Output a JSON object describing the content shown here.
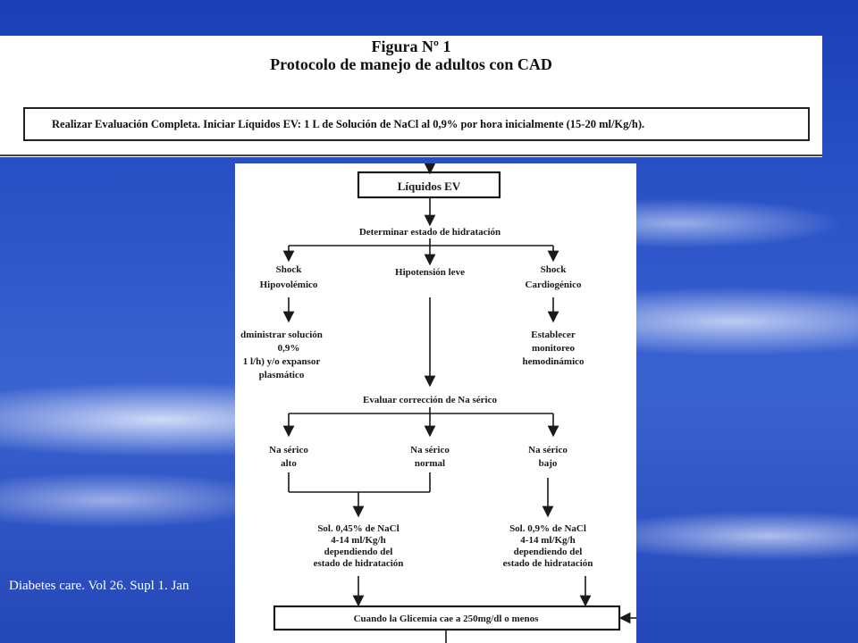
{
  "figure": {
    "number": "Figura Nº 1",
    "caption": "Protocolo de manejo de adultos con CAD",
    "instruction": "Realizar Evaluación Completa. Iniciar Líquidos EV: 1 L de Solución de NaCl al 0,9% por hora inicialmente (15-20 ml/Kg/h)."
  },
  "flowchart": {
    "fluids_box": "Líquidos EV",
    "determine_hydration": "Determinar estado de hidratación",
    "branch_shock_hypo": [
      "Shock",
      "Hipovolémico"
    ],
    "branch_mild_hypotension": "Hipotensión leve",
    "branch_shock_cardio": [
      "Shock",
      "Cardiogénico"
    ],
    "hypo_action": [
      "dministrar solución",
      "0,9%",
      "1 l/h) y/o expansor",
      "plasmático"
    ],
    "cardio_action": [
      "Establecer",
      "monitoreo",
      "hemodinámico"
    ],
    "evaluate_na": "Evaluar corrección de Na sérico",
    "na_high": [
      "Na sérico",
      "alto"
    ],
    "na_normal": [
      "Na sérico",
      "normal"
    ],
    "na_low": [
      "Na sérico",
      "bajo"
    ],
    "sol_045": [
      "Sol. 0,45% de NaCl",
      "4-14 ml/Kg/h",
      "dependiendo del",
      "estado de hidratación"
    ],
    "sol_09": [
      "Sol. 0,9% de NaCl",
      "4-14 ml/Kg/h",
      "dependiendo del",
      "estado de hidratación"
    ],
    "glycemia_box": "Cuando la Glicemia cae a 250mg/dl o menos"
  },
  "citation": "Diabetes care. Vol 26. Supl 1. Jan"
}
